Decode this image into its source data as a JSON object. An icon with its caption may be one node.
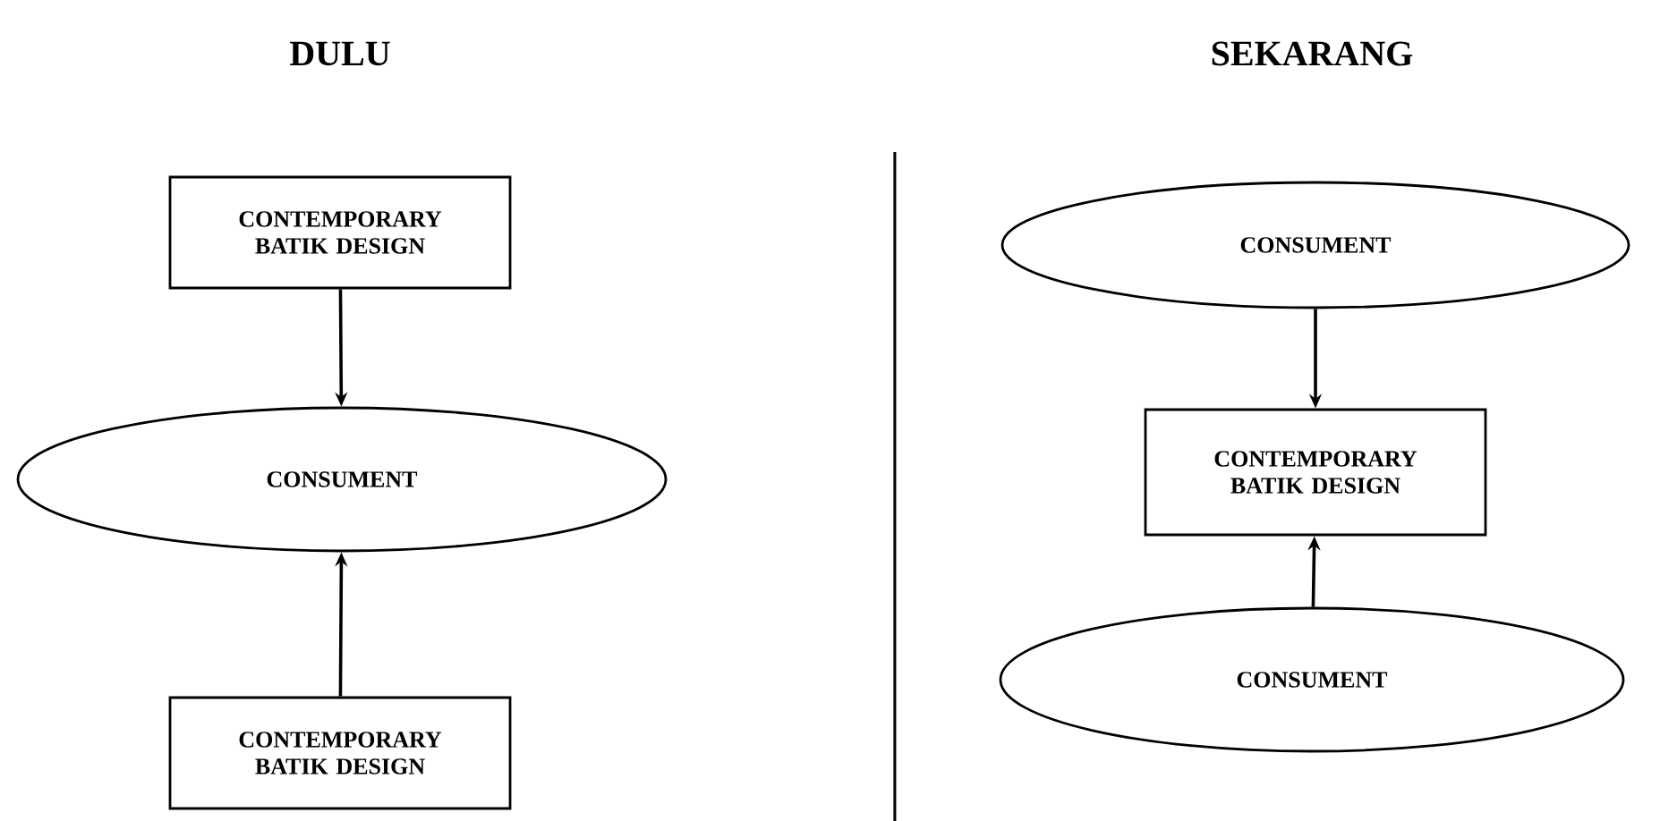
{
  "diagram": {
    "nodes": [
      {
        "text": [
          "CONTEMPORARY BATIK DESIGN"
        ]
      },
      {
        "text": [
          "CONSUMENT"
        ]
      },
      {
        "text": [
          "CONTEMPORARY BATIK DESIGN"
        ]
      },
      {
        "text": [
          "CONSUMENT"
        ]
      },
      {
        "text": [
          "CONTEMPORARY BATIK DESIGN"
        ]
      },
      {
        "text": [
          "CONSUMENT"
        ]
      }
    ],
    "edges": [
      {
        "from": 0,
        "to": 1,
        "arrow": "to"
      },
      {
        "from": 2,
        "to": 1,
        "arrow": "to"
      },
      {
        "from": 3,
        "to": 4,
        "arrow": "to"
      },
      {
        "from": 5,
        "to": 4,
        "arrow": "to"
      }
    ],
    "labels": [
      "DULU",
      "SEKARANG"
    ]
  }
}
